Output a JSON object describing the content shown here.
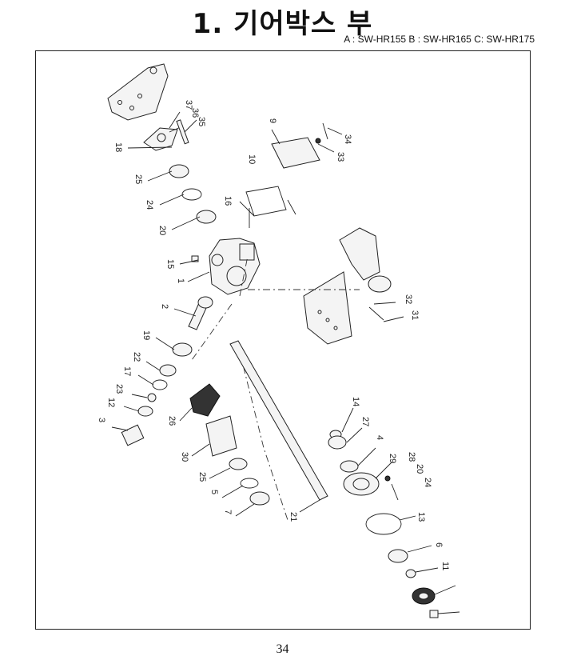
{
  "page": {
    "title": "1. 기어박스 부",
    "subtitle": "A : SW-HR155 B : SW-HR165 C: SW-HR175",
    "page_number": "34"
  },
  "diagram": {
    "labels": [
      "37",
      "36",
      "35",
      "18",
      "9",
      "34",
      "33",
      "10",
      "25",
      "16",
      "24",
      "20",
      "15",
      "1",
      "32",
      "31",
      "2",
      "19",
      "22",
      "17",
      "23",
      "12",
      "3",
      "26",
      "14",
      "27",
      "4",
      "30",
      "29",
      "28",
      "20",
      "24",
      "25",
      "5",
      "7",
      "21",
      "13",
      "6",
      "11"
    ]
  }
}
